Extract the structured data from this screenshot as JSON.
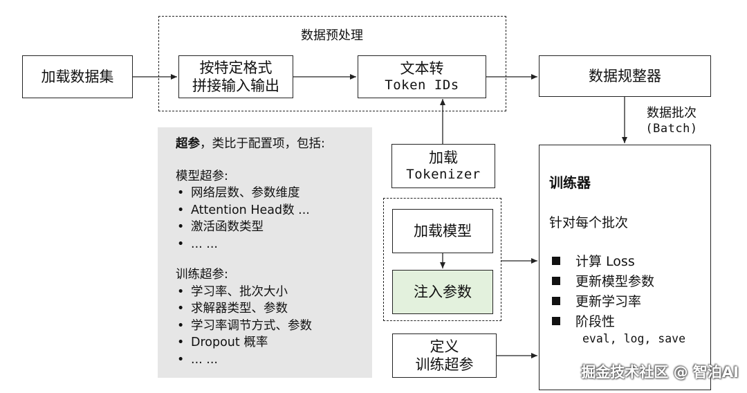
{
  "preprocess": {
    "title": "数据预处理",
    "format_step": {
      "line1": "按特定格式",
      "line2": "拼接输入输出"
    },
    "tokenize_step": {
      "line1": "文本转",
      "line2": "Token IDs"
    }
  },
  "load_dataset": "加载数据集",
  "collator": "数据规整器",
  "batch_label": {
    "line1": "数据批次",
    "line2": "(Batch)"
  },
  "load_tokenizer": {
    "line1": "加载",
    "line2": "Tokenizer"
  },
  "model": {
    "load": "加载模型",
    "inject": "注入参数"
  },
  "define_hparams": {
    "line1": "定义",
    "line2": "训练超参"
  },
  "hyperparams": {
    "intro_bold": "超参",
    "intro_rest": "，类比于配置项，包括:",
    "model_title": "模型超参:",
    "model_items": [
      "网络层数、参数维度",
      "Attention Head数 ...",
      "激活函数类型",
      "... ..."
    ],
    "train_title": "训练超参:",
    "train_items": [
      "学习率、批次大小",
      "求解器类型、参数",
      "学习率调节方式、参数",
      "Dropout 概率",
      "... ..."
    ]
  },
  "trainer": {
    "title": "训练器",
    "subtitle": "针对每个批次",
    "steps": [
      "计算 Loss",
      "更新模型参数",
      "更新学习率",
      "阶段性"
    ],
    "steps_sub": "eval, log, save"
  },
  "watermark": "掘金技术社区 @ 智泊AI"
}
